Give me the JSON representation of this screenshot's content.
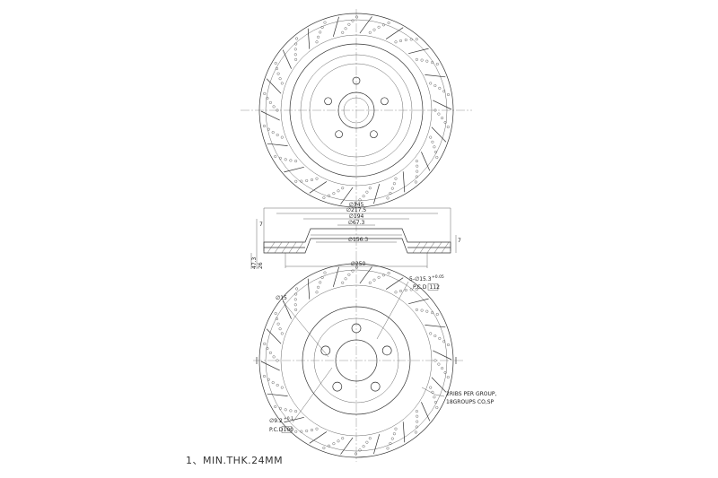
{
  "diagram": {
    "colors": {
      "line": "#333333",
      "background": "#ffffff"
    },
    "side_view_dims": {
      "d345": "∅345",
      "d217": "∅217.5",
      "d194": "∅194",
      "d67": "∅67.3",
      "d156": "∅156.3",
      "d250": "∅250",
      "h1": "7",
      "h2": "7",
      "h3": "47.3",
      "h4": "26"
    },
    "bottom_view_dims": {
      "bolt_holes": "5-∅15.3",
      "bolt_holes_tol": "+0.05",
      "pcd_label": "P.C.D",
      "pcd_value": "112",
      "d15": "∅15",
      "d9": "∅9.2",
      "d9_tol": "+0.1",
      "pcd2_label": "P.C.D",
      "pcd2_value": "100",
      "ribs_line1": "2RIBS PER GROUP,",
      "ribs_line2": "18GROUPS CO,SP"
    },
    "note": "1、MIN.THK.24MM"
  }
}
